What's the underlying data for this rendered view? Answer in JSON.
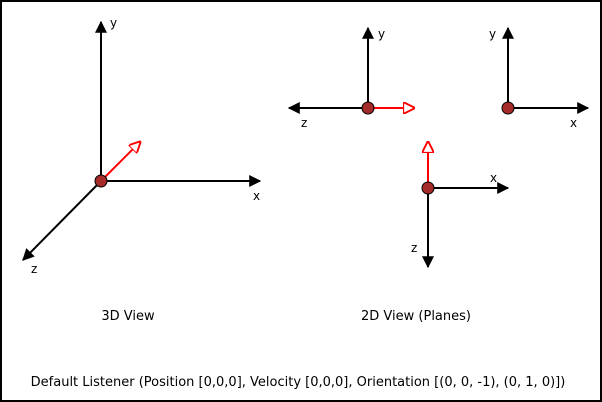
{
  "colors": {
    "axis": "#000000",
    "vector": "#ff0000",
    "listener_fill": "#a52a2a",
    "listener_stroke": "#000000",
    "background": "#ffffff"
  },
  "view_3d": {
    "caption": "3D View",
    "x_label": "x",
    "y_label": "y",
    "z_label": "z"
  },
  "view_2d": {
    "caption": "2D View (Planes)",
    "zy_plane": {
      "h_label": "z",
      "v_label": "y"
    },
    "xy_plane": {
      "h_label": "x",
      "v_label": "y"
    },
    "xz_plane": {
      "h_label": "x",
      "v_label": "z"
    }
  },
  "footer": "Default Listener (Position [0,0,0], Velocity [0,0,0], Orientation [(0, 0, -1), (0, 1, 0)])"
}
